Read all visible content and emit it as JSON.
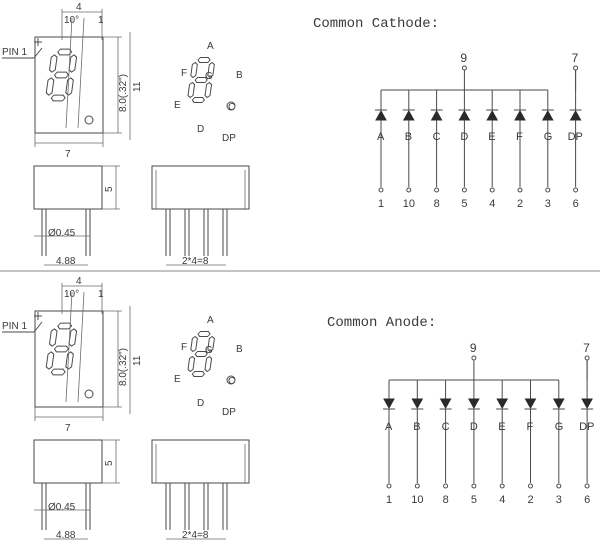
{
  "colors": {
    "line": "#4a4a4a",
    "text": "#3a3a3a",
    "background": "#ffffff",
    "divider": "#8a8a8a"
  },
  "panels": [
    {
      "title": "Common Cathode:",
      "type": "cathode",
      "dims": {
        "top_width": "4",
        "angle": "10°",
        "small": "1",
        "height": "8.0(.32\")",
        "total_height": "11",
        "width": "7",
        "side_height": "5",
        "pin_diameter": "Ø0.45",
        "pin_offset": "4.88",
        "pitch": "2*4=8"
      },
      "pin_label": "PIN 1",
      "segment_labels": [
        "A",
        "B",
        "C",
        "D",
        "E",
        "F",
        "G",
        "DP"
      ],
      "common_pins": [
        "9",
        "7"
      ],
      "channels": [
        {
          "seg": "A",
          "pin": "1"
        },
        {
          "seg": "B",
          "pin": "10"
        },
        {
          "seg": "C",
          "pin": "8"
        },
        {
          "seg": "D",
          "pin": "5"
        },
        {
          "seg": "E",
          "pin": "4"
        },
        {
          "seg": "F",
          "pin": "2"
        },
        {
          "seg": "G",
          "pin": "3"
        },
        {
          "seg": "DP",
          "pin": "6"
        }
      ]
    },
    {
      "title": "Common Anode:",
      "type": "anode",
      "dims": {
        "top_width": "4",
        "angle": "10°",
        "small": "1",
        "height": "8.0(.32\")",
        "total_height": "11",
        "width": "7",
        "side_height": "5",
        "pin_diameter": "Ø0.45",
        "pin_offset": "4.88",
        "pitch": "2*4=8"
      },
      "pin_label": "PIN 1",
      "segment_labels": [
        "A",
        "B",
        "C",
        "D",
        "E",
        "F",
        "G",
        "DP"
      ],
      "common_pins": [
        "9",
        "7"
      ],
      "channels": [
        {
          "seg": "A",
          "pin": "1"
        },
        {
          "seg": "B",
          "pin": "10"
        },
        {
          "seg": "C",
          "pin": "8"
        },
        {
          "seg": "D",
          "pin": "5"
        },
        {
          "seg": "E",
          "pin": "4"
        },
        {
          "seg": "F",
          "pin": "2"
        },
        {
          "seg": "G",
          "pin": "3"
        },
        {
          "seg": "DP",
          "pin": "6"
        }
      ]
    }
  ]
}
